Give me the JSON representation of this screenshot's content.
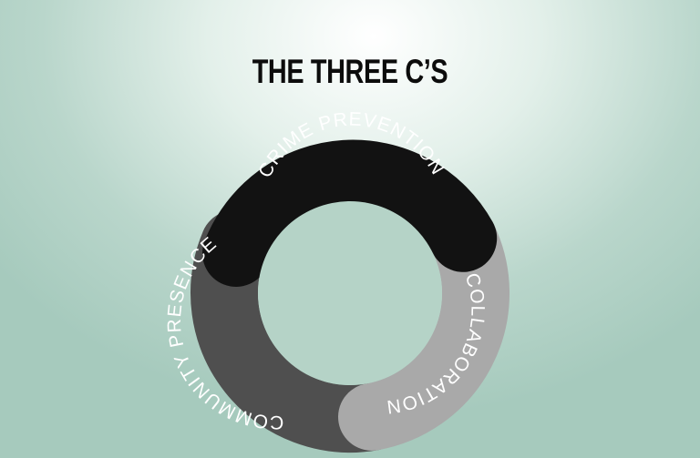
{
  "title": "THE THREE C’S",
  "segments": [
    {
      "label": "CRIME PREVENTION",
      "color": "#121212"
    },
    {
      "label": "COLLABORATION",
      "color": "#a9a9a9"
    },
    {
      "label": "COMMUNITY PRESENCE",
      "color": "#4f4f4f"
    }
  ]
}
